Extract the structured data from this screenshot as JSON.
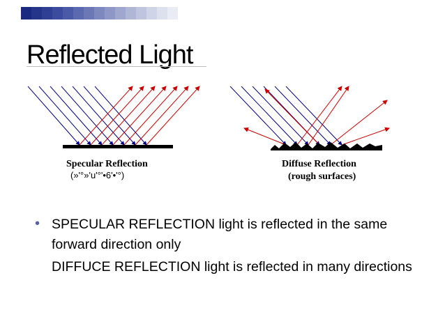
{
  "slide": {
    "title": "Reflected Light",
    "accent_colors": [
      "#1a2a80",
      "#2d3f94",
      "#4a5ba8",
      "#6b7ab8",
      "#8e9ac9",
      "#aeb6d8"
    ]
  },
  "diagram": {
    "specular_caption": "Specular Reflection",
    "specular_garbled": "(»'°»'u'°'•6'•'°)",
    "diffuse_caption": "Diffuse Reflection",
    "diffuse_sub": "(rough surfaces)",
    "incident_color": "#000080",
    "reflected_color": "#cc0000",
    "surface_color": "#000000"
  },
  "bullets": [
    "SPECULAR REFLECTION light is reflected in the same forward direction only",
    "DIFFUCE REFLECTION light is reflected in many directions"
  ]
}
